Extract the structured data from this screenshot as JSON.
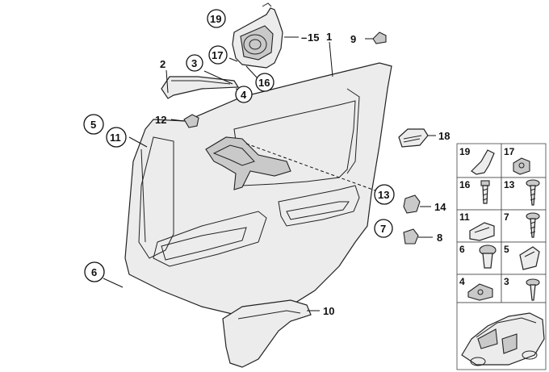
{
  "callouts": {
    "c1": "1",
    "c2": "2",
    "c3": "3",
    "c4": "4",
    "c5": "5",
    "c6": "6",
    "c7": "7",
    "c8": "8",
    "c9": "9",
    "c10": "10",
    "c11": "11",
    "c12": "12",
    "c13": "13",
    "c14": "14",
    "c15": "15",
    "c16": "16",
    "c17": "17",
    "c18": "18",
    "c19": "19"
  },
  "legend": {
    "l19": "19",
    "l17": "17",
    "l16": "16",
    "l13": "13",
    "l11": "11",
    "l7": "7",
    "l6": "6",
    "l5": "5",
    "l4": "4",
    "l3": "3"
  }
}
